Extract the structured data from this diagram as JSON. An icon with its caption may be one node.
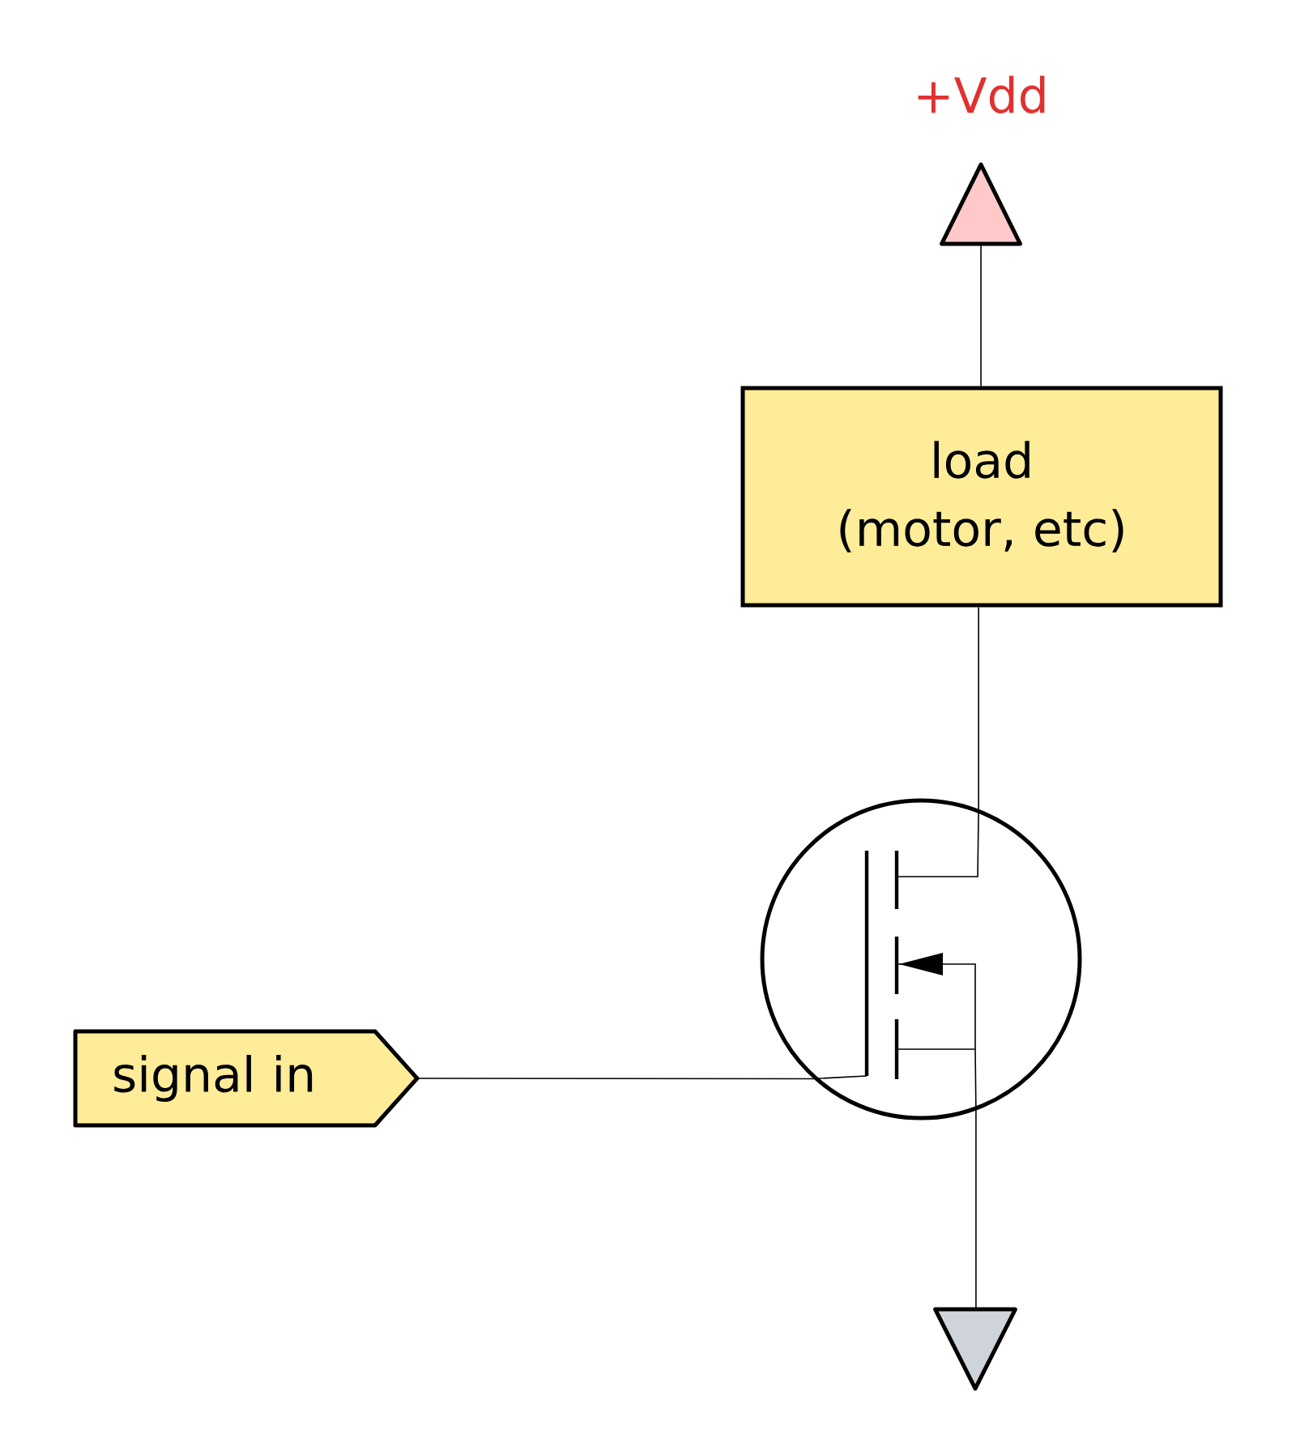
{
  "diagram": {
    "nodes": [
      {
        "text": [
          "+Vdd"
        ]
      },
      {
        "text": [
          "load (motor, etc)"
        ]
      },
      {
        "text": [],
        "shape": "circle"
      },
      {
        "text": [
          "signal in"
        ]
      },
      {
        "text": [],
        "shape": "triangle"
      }
    ],
    "edges": [
      {
        "from": 1,
        "to": 0,
        "arrow": "none"
      },
      {
        "from": 1,
        "to": 2,
        "arrow": "none"
      },
      {
        "from": 3,
        "to": 2,
        "arrow": "none"
      },
      {
        "from": 2,
        "to": 4,
        "arrow": "none"
      }
    ]
  }
}
